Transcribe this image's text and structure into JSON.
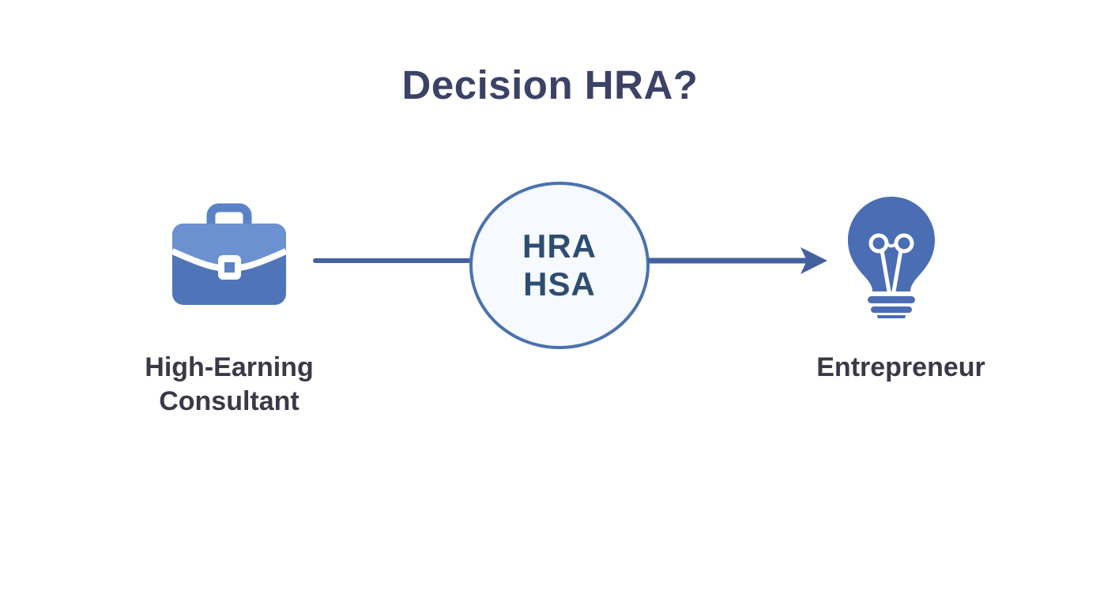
{
  "title": "Decision HRA?",
  "diagram": {
    "left_node": {
      "icon": "briefcase-icon",
      "label": "High-Earning\nConsultant"
    },
    "center_node": {
      "icon": "circle-badge",
      "lines": [
        "HRA",
        "HSA"
      ]
    },
    "right_node": {
      "icon": "lightbulb-icon",
      "label": "Entrepreneur"
    }
  },
  "colors": {
    "background": "#ffffff",
    "title_text": "#3c4166",
    "arrow": "#44619e",
    "circle_border": "#4a72ad",
    "circle_fill": "#f6f9fd",
    "circle_text": "#2e4d72",
    "briefcase_flap": "#6b91d0",
    "briefcase_body": "#4f75b8",
    "briefcase_handle": "#5b82c6",
    "bulb": "#4a6db4",
    "label_text": "#393947"
  }
}
